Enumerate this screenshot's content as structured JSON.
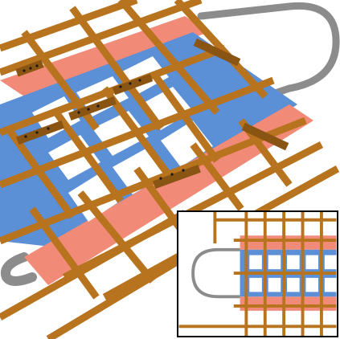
{
  "colors": {
    "bus_line": "#b8731e",
    "bus_line_dark": "#8a5412",
    "wafer_blue": "#5b8fd6",
    "wafer_red": "#f28a78",
    "resonator_loop": "#8c8c8c",
    "window": "#ffffff",
    "pad_dot": "#1a1a1a",
    "inset_border": "#000000"
  },
  "scene": {
    "red_bands": 2,
    "blue_bands": 1,
    "main_grid_columns": 7,
    "inset_grid_columns": 7,
    "inset_grid_rows": 6
  },
  "icons": [
    "perspective-chip-render",
    "top-view-inset"
  ]
}
